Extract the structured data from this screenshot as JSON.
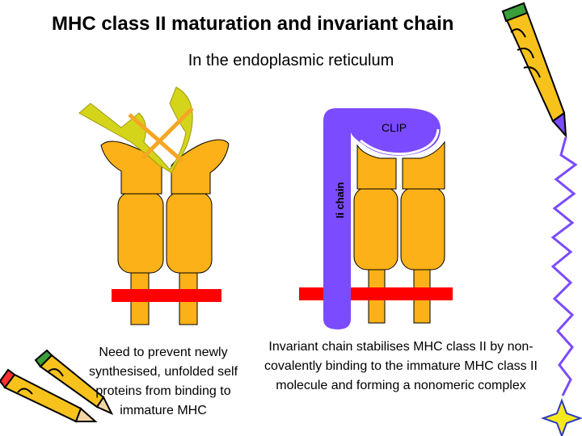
{
  "title": "MHC class II maturation and invariant chain",
  "subtitle": "In the endoplasmic reticulum",
  "labels": {
    "ii_chain": "Ii chain",
    "clip": "CLIP"
  },
  "captions": {
    "left": "Need to prevent newly synthesised, unfolded self proteins from binding to immature MHC",
    "right": "Invariant chain stabilises MHC class II by non- covalently binding to the immature MHC class II molecule and forming a nonomeric complex"
  },
  "colors": {
    "mhc_fill": "#fbb117",
    "membrane": "#ff0000",
    "invariant_chain": "#7b4bff",
    "unfolded_peptide": "#d4d41a",
    "cross": "#f5a623"
  },
  "icons": [
    "crayon-icon",
    "pencils-icon",
    "star-icon",
    "squiggle-icon"
  ]
}
